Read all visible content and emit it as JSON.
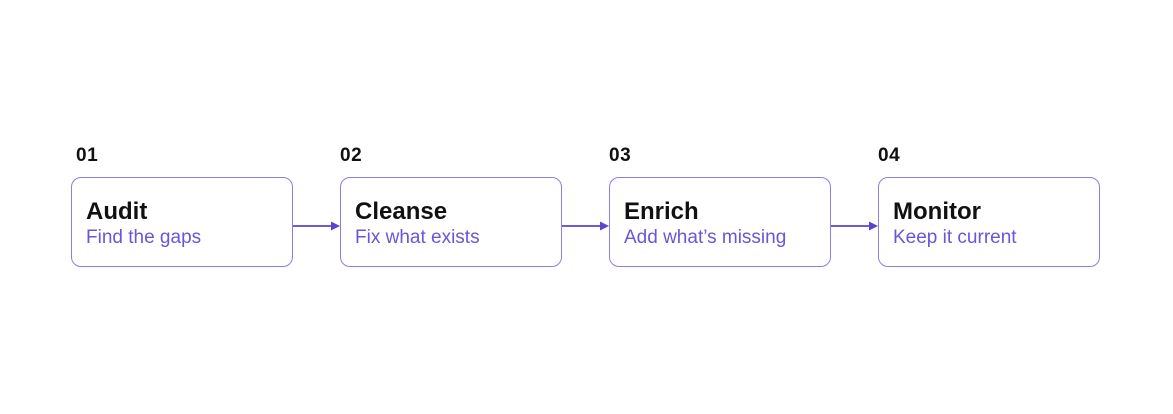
{
  "steps": [
    {
      "number": "01",
      "title": "Audit",
      "subtitle": "Find the gaps"
    },
    {
      "number": "02",
      "title": "Cleanse",
      "subtitle": "Fix what exists"
    },
    {
      "number": "03",
      "title": "Enrich",
      "subtitle": "Add what’s missing"
    },
    {
      "number": "04",
      "title": "Monitor",
      "subtitle": "Keep it current"
    }
  ],
  "colors": {
    "border": "#8b7fe6",
    "accent": "#6a56d6",
    "arrow": "#5b45cc",
    "text": "#111111"
  }
}
